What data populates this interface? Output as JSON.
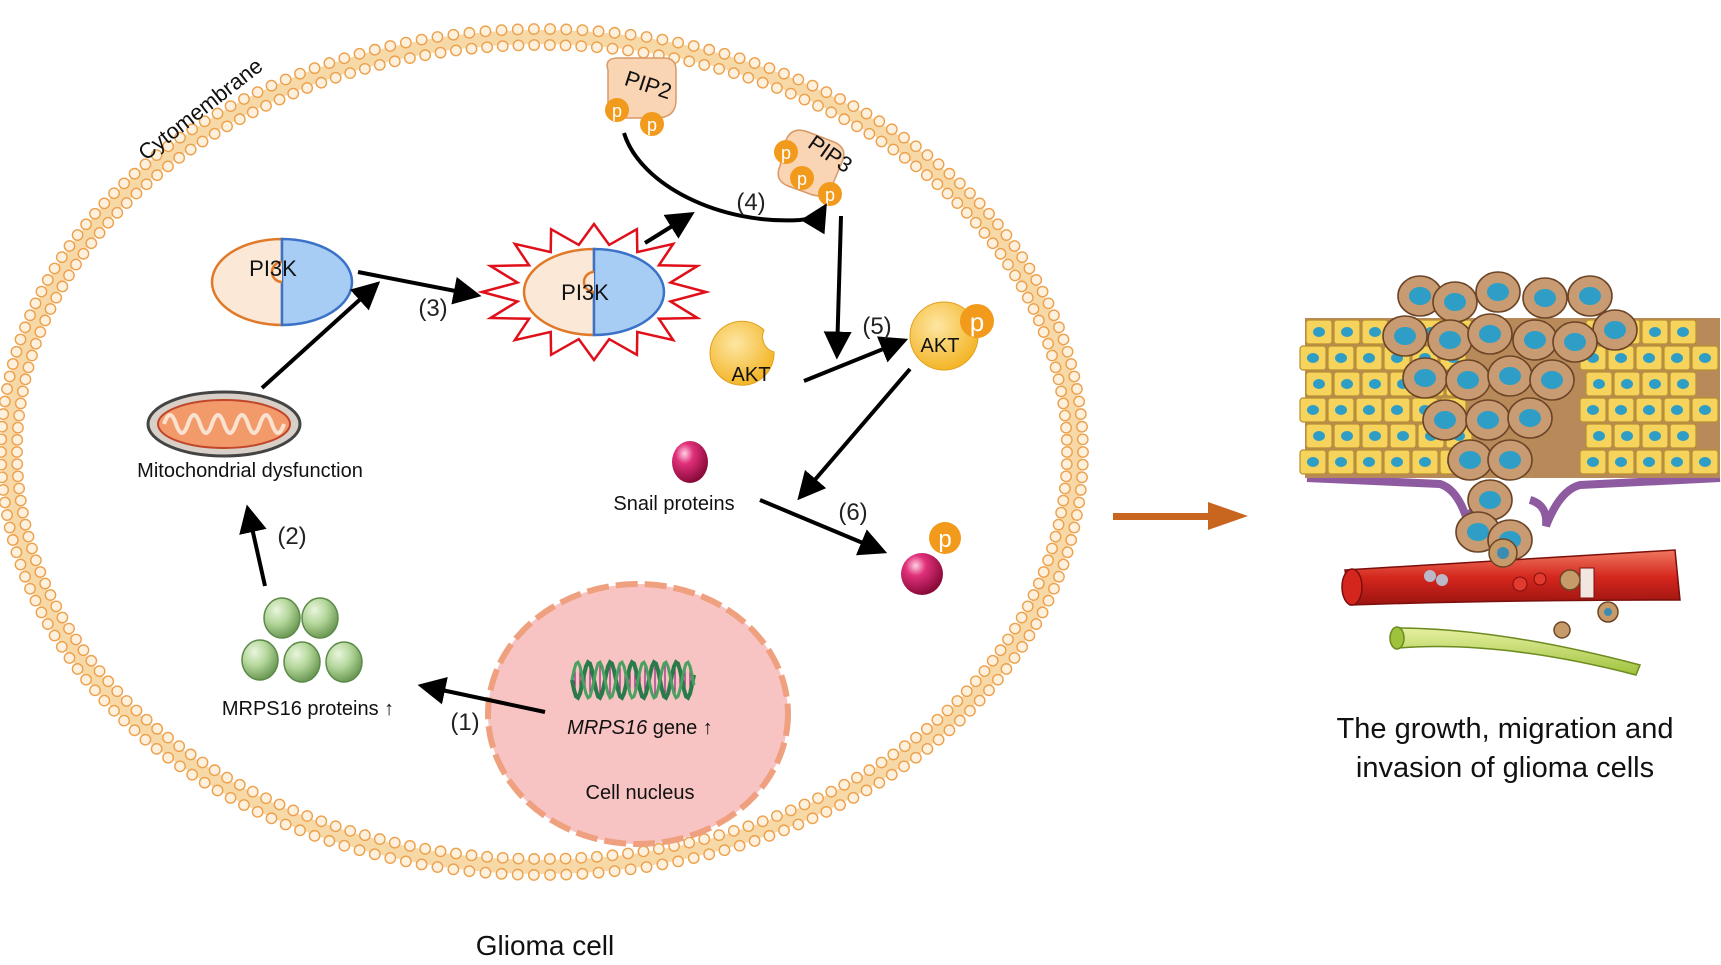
{
  "membrane_label": "Cytomembrane",
  "cell_label": "Glioma cell",
  "nucleus_label": "Cell nucleus",
  "gene_label_italic": "MRPS16",
  "gene_label_suffix": " gene ↑",
  "proteins_label": "MRPS16 proteins ↑",
  "mito_label": "Mitochondrial dysfunction",
  "pi3k_label": "PI3K",
  "pi3k_active_label": "PI3K",
  "pip2_label": "PIP2",
  "pip3_label": "PIP3",
  "akt_label": "AKT",
  "akt_p_label": "AKT",
  "phospho_label": "p",
  "snail_label": "Snail proteins",
  "steps": [
    "(1)",
    "(2)",
    "(3)",
    "(4)",
    "(5)",
    "(6)"
  ],
  "outcome": {
    "line1": "The growth, migration and",
    "line2": "invasion of glioma cells"
  },
  "colors": {
    "membrane": "#f0a84e",
    "nucleus_fill": "#f8c3c3",
    "nucleus_border": "#ef9a78",
    "pi3k_orange": "#fbe8d6",
    "pi3k_blue": "#a8cdf4",
    "pip_head": "#f9d5b4",
    "phospho": "#f29a1c",
    "akt": "#f7c03a",
    "snail": "#c9125a",
    "mito": "#e8704a",
    "mrps16": "#a8cf8e",
    "arrow": "#000000",
    "outcome_arrow": "#c8651e"
  }
}
